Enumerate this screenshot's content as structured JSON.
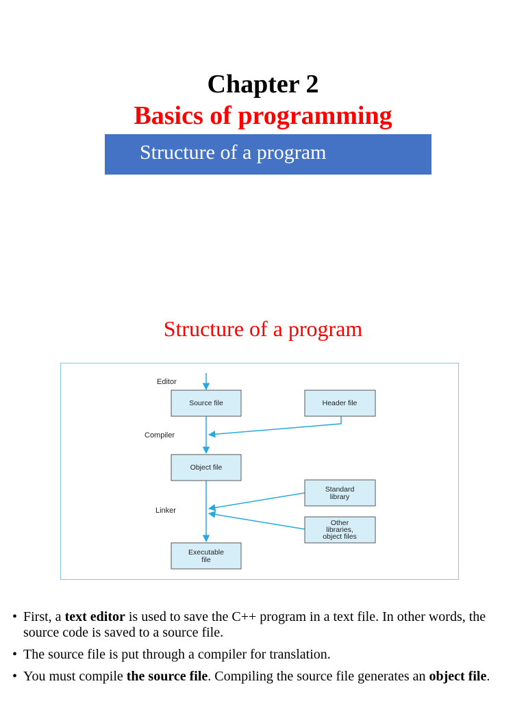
{
  "slide1": {
    "title": "Chapter 2",
    "subtitle": "Basics of programming",
    "banner": "Structure of a program"
  },
  "slide2": {
    "title": "Structure of a program",
    "figure": {
      "labels": {
        "editor": "Editor",
        "compiler": "Compiler",
        "linker": "Linker"
      },
      "boxes": {
        "source_file": [
          "Source file"
        ],
        "header_file": [
          "Header file"
        ],
        "object_file": [
          "Object file"
        ],
        "standard_library": [
          "Standard",
          "library"
        ],
        "other_libraries": [
          "Other",
          "libraries,",
          "object files"
        ],
        "executable_file": [
          "Executable",
          "file"
        ]
      }
    },
    "bullets": [
      {
        "parts": [
          "First, a ",
          "text editor",
          " is used to save the C++ program in a text file. In other words, the source code is saved to a source file."
        ]
      },
      {
        "parts": [
          "The source file is put through a compiler for translation."
        ]
      },
      {
        "parts": [
          "You must compile ",
          "the source file",
          ". Compiling the source file generates an ",
          "object file",
          "."
        ]
      }
    ]
  },
  "colors": {
    "accent_red": "#ff0000",
    "banner_blue": "#4472c4",
    "box_fill": "#d6eef8",
    "arrow_blue": "#29a8df"
  }
}
